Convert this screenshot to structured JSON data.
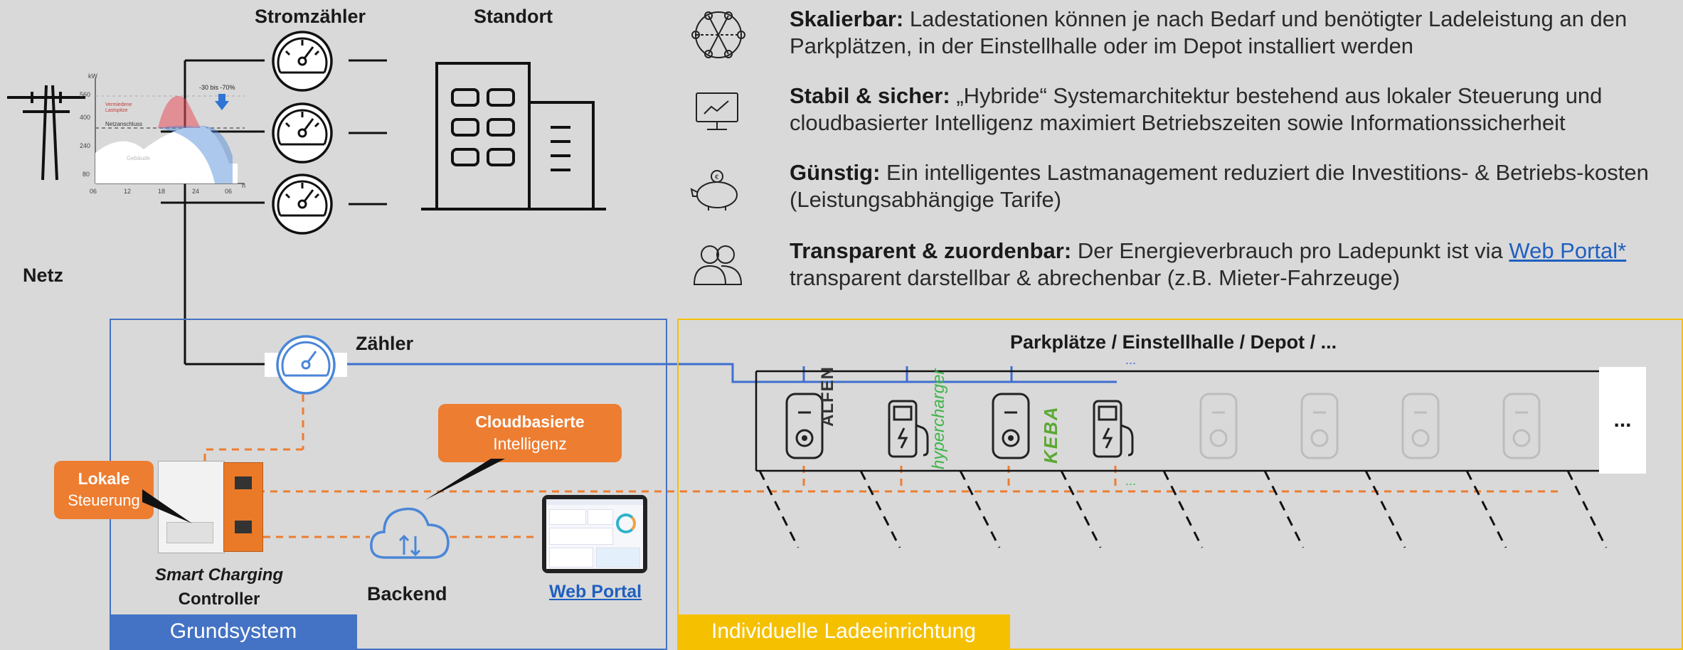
{
  "grid": {
    "meter_header": "Stromzähler",
    "site_header": "Standort",
    "grid_label": "Netz"
  },
  "features": [
    {
      "title": "Skalierbar:",
      "text": "Ladestationen können je nach Bedarf und benötigter Ladeleistung an den Parkplätzen, in der Einstellhalle oder im Depot installiert werden",
      "icon": "network-icon"
    },
    {
      "title": "Stabil & sicher:",
      "text": "„Hybride“ Systemarchitektur bestehend aus lokaler Steuerung und cloudbasierter Intelligenz maximiert Betriebszeiten sowie Informationssicherheit",
      "icon": "monitor-chart-icon"
    },
    {
      "title": "Günstig:",
      "text": "Ein intelligentes Lastmanagement reduziert die Investitions- & Betriebs-kosten (Leistungsabhängige Tarife)",
      "icon": "piggy-bank-icon"
    },
    {
      "title": "Transparent & zuordenbar:",
      "text_before": "Der Energieverbrauch pro Ladepunkt ist via",
      "link": "Web Portal*",
      "text_after": "transparent darstellbar & abrechenbar (z.B. Mieter-Fahrzeuge)",
      "icon": "users-icon"
    }
  ],
  "load_chart": {
    "ylabel": "kW",
    "yticks": [
      "560",
      "400",
      "240",
      "80"
    ],
    "xticks": [
      "06",
      "12",
      "18",
      "24",
      "06"
    ],
    "xunit": "h",
    "annotation": "-30 bis -70%",
    "peak_label": "Vermiedene Lastspitze",
    "line_label": "Netzanschluss",
    "base_label": "Gebäude",
    "colors": {
      "peak": "#e8505b",
      "shift": "#4a86d8",
      "base": "#ffffff",
      "arrow": "#2e75d6"
    }
  },
  "system": {
    "meter_label": "Zähler",
    "local_tag_1": "Lokale",
    "local_tag_2": "Steuerung",
    "cloud_tag_1": "Cloudbasierte",
    "cloud_tag_2": "Intelligenz",
    "controller_1": "Smart Charging",
    "controller_2": "Controller",
    "backend_label": "Backend",
    "portal_label": "Web Portal",
    "footer": "Grundsystem"
  },
  "charging": {
    "title": "Parkplätze / Einstellhalle / Depot / ...",
    "dots_top": "...",
    "dots_bottom": "...",
    "more": "...",
    "brands": [
      "ALFEN",
      "hypercharger",
      "KEBA"
    ],
    "footer": "Individuelle Ladeeinrichtung"
  },
  "colors": {
    "orange": "#ed7d31",
    "blue": "#4472c4",
    "yellow": "#f5c000",
    "line_blue": "#3f6fd0"
  }
}
